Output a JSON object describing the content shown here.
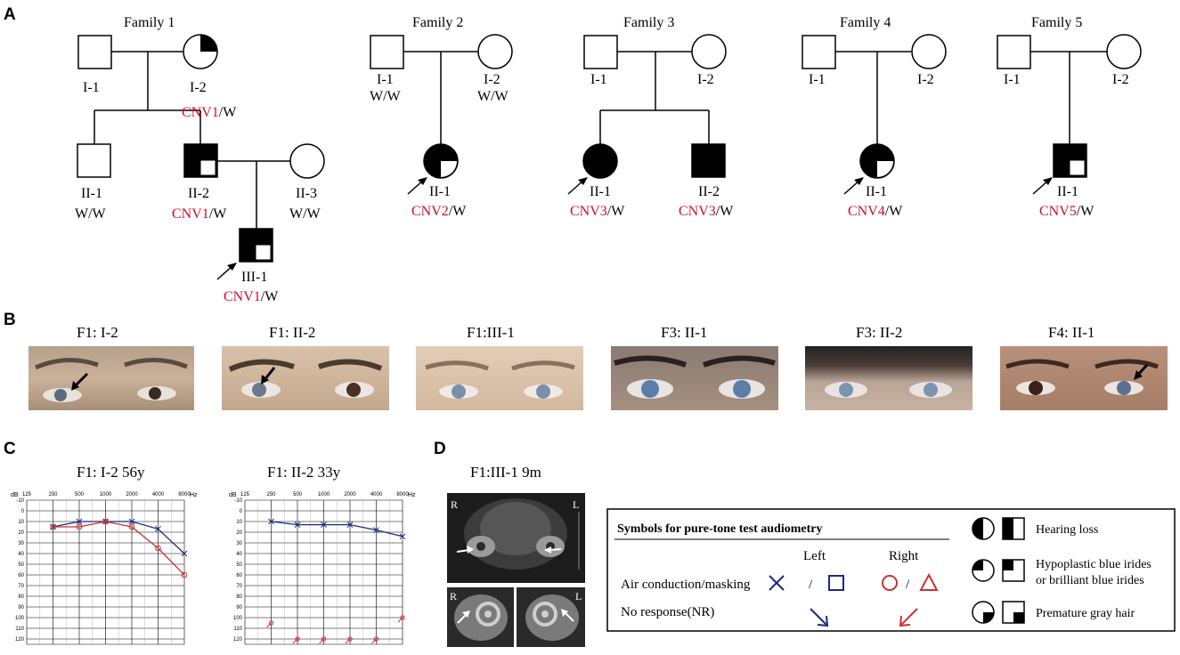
{
  "panels": {
    "A": "A",
    "B": "B",
    "C": "C",
    "D": "D"
  },
  "colors": {
    "variant_red": "#c8102e",
    "left_blue": "#1a2a80",
    "right_red": "#c83232"
  },
  "families": [
    {
      "title": "Family 1",
      "members": [
        {
          "id": "I-1",
          "genotype": ""
        },
        {
          "id": "I-2",
          "cnv": "CNV1",
          "rest": "/W"
        },
        {
          "id": "II-1",
          "genotype": "W/W"
        },
        {
          "id": "II-2",
          "cnv": "CNV1",
          "rest": "/W"
        },
        {
          "id": "II-3",
          "genotype": "W/W"
        },
        {
          "id": "III-1",
          "cnv": "CNV1",
          "rest": "/W"
        }
      ]
    },
    {
      "title": "Family 2",
      "members": [
        {
          "id": "I-1",
          "genotype": "W/W"
        },
        {
          "id": "I-2",
          "genotype": "W/W"
        },
        {
          "id": "II-1",
          "cnv": "CNV2",
          "rest": "/W"
        }
      ]
    },
    {
      "title": "Family 3",
      "members": [
        {
          "id": "I-1"
        },
        {
          "id": "I-2"
        },
        {
          "id": "II-1",
          "cnv": "CNV3",
          "rest": "/W"
        },
        {
          "id": "II-2",
          "cnv": "CNV3",
          "rest": "/W"
        }
      ]
    },
    {
      "title": "Family 4",
      "members": [
        {
          "id": "I-1"
        },
        {
          "id": "I-2"
        },
        {
          "id": "II-1",
          "cnv": "CNV4",
          "rest": "/W"
        }
      ]
    },
    {
      "title": "Family 5",
      "members": [
        {
          "id": "I-1"
        },
        {
          "id": "I-2"
        },
        {
          "id": "II-1",
          "cnv": "CNV5",
          "rest": "/W"
        }
      ]
    }
  ],
  "photos": [
    {
      "caption": "F1: I-2",
      "arrow": true
    },
    {
      "caption": "F1: II-2",
      "arrow": true
    },
    {
      "caption": "F1:III-1",
      "arrow": false
    },
    {
      "caption": "F3: II-1",
      "arrow": false
    },
    {
      "caption": "F3: II-2",
      "arrow": false
    },
    {
      "caption": "F4: II-1",
      "arrow": true
    }
  ],
  "audiograms": [
    {
      "title": "F1: I-2 56y"
    },
    {
      "title": "F1: II-2 33y"
    }
  ],
  "audiogram_axis": {
    "db_unit": "dB",
    "hz_unit": "Hz",
    "freq_ticks": [
      "125",
      "250",
      "500",
      "1000",
      "2000",
      "4000",
      "8000"
    ],
    "db_ticks": [
      "-10",
      "0",
      "10",
      "20",
      "30",
      "40",
      "50",
      "60",
      "70",
      "80",
      "90",
      "100",
      "110",
      "120"
    ]
  },
  "chart_data": [
    {
      "type": "line",
      "title": "F1: I-2 56y",
      "xlabel": "Hz",
      "ylabel": "dB",
      "x": [
        250,
        500,
        1000,
        2000,
        4000,
        8000
      ],
      "ylim": [
        -10,
        120
      ],
      "y_inverted": true,
      "series": [
        {
          "values": [
            15,
            10,
            10,
            10,
            17,
            40
          ]
        },
        {
          "values": [
            15,
            15,
            10,
            15,
            35,
            60
          ]
        }
      ]
    },
    {
      "type": "line",
      "title": "F1: II-2 33y",
      "xlabel": "Hz",
      "ylabel": "dB",
      "x": [
        250,
        500,
        1000,
        2000,
        4000,
        8000
      ],
      "ylim": [
        -10,
        120
      ],
      "y_inverted": true,
      "series": [
        {
          "values": [
            10,
            13,
            13,
            13,
            18,
            24
          ]
        },
        {
          "nr_values": [
            105,
            120,
            120,
            120,
            120,
            100
          ]
        }
      ]
    }
  ],
  "ct": {
    "title": "F1:III-1 9m",
    "label_r": "R",
    "label_l": "L"
  },
  "legend": {
    "header": "Symbols for pure-tone test audiometry",
    "col_left": "Left",
    "col_right": "Right",
    "row1": "Air conduction/masking",
    "row2": "No response(NR)",
    "slash": "/",
    "hearing_loss": "Hearing loss",
    "blue_irides_1": "Hypoplastic blue irides",
    "blue_irides_2": "or brilliant blue irides",
    "gray_hair": "Premature gray hair"
  }
}
